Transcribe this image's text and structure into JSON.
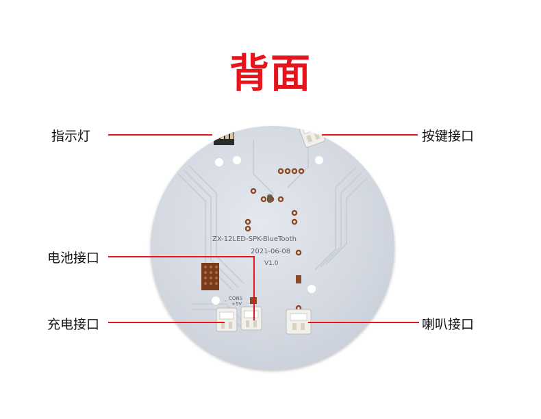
{
  "title": "背面",
  "labels": {
    "indicator": "指示灯",
    "button_port": "按键接口",
    "battery_port": "电池接口",
    "charge_port": "充电接口",
    "speaker_port": "喇叭接口"
  },
  "board_print": {
    "model": "ZX-12LED-SPK-BlueTooth",
    "date": "2021-06-08",
    "version": "V1.0",
    "cons": "CONS",
    "plus5v": "+5V",
    "minus": "-"
  },
  "colors": {
    "accent": "#e8141b",
    "board": "#d3d8e1",
    "pad": "#8a4a2a"
  }
}
